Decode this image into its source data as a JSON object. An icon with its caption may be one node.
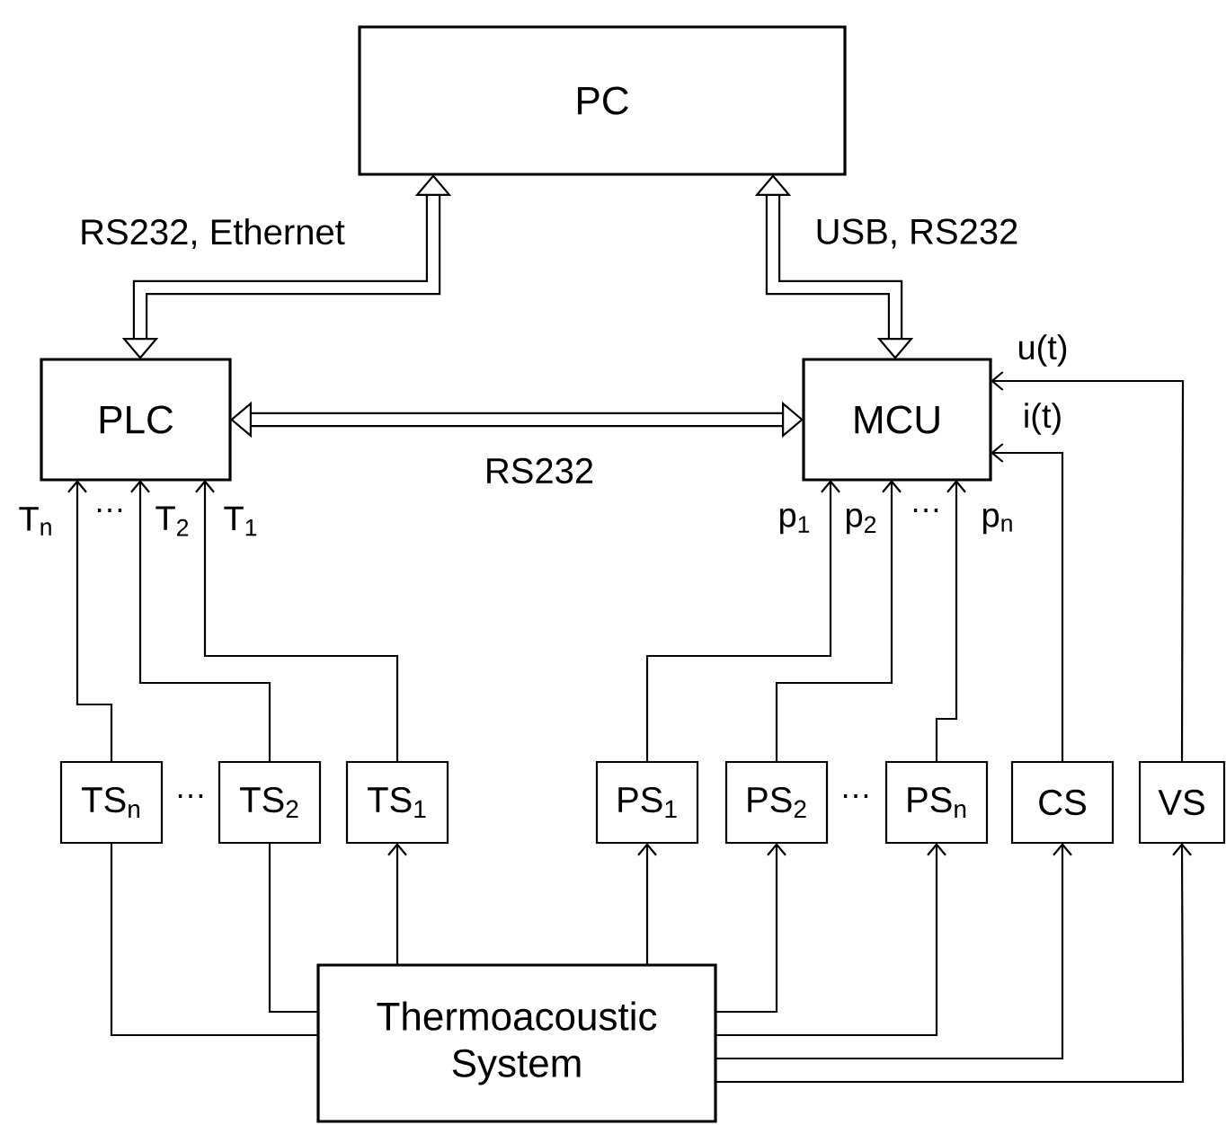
{
  "diagram": {
    "nodes": [
      {
        "text": [
          "PC"
        ]
      },
      {
        "text": [
          "PLC"
        ]
      },
      {
        "text": [
          "MCU"
        ]
      },
      {
        "text": [
          "TS$_{n}$"
        ]
      },
      {
        "text": [
          "TS$_{2}$"
        ]
      },
      {
        "text": [
          "TS$_{1}$"
        ]
      },
      {
        "text": [
          "PS$_{1}$"
        ]
      },
      {
        "text": [
          "PS$_{2}$"
        ]
      },
      {
        "text": [
          "PS$_{n}$"
        ]
      },
      {
        "text": [
          "CS"
        ]
      },
      {
        "text": [
          "VS"
        ]
      },
      {
        "text": [
          "Thermoacoustic System"
        ]
      }
    ],
    "edges": [
      {
        "from": 0,
        "to": 1,
        "arrow": "both",
        "style": "thick",
        "label": "RS232, Ethernet"
      },
      {
        "from": 0,
        "to": 2,
        "arrow": "both",
        "style": "thick",
        "label": "USB, RS232"
      },
      {
        "from": 1,
        "to": 2,
        "arrow": "both",
        "style": "thick",
        "label": "RS232"
      },
      {
        "from": 3,
        "to": 1,
        "arrow": "to",
        "label": "T$_{n}$"
      },
      {
        "from": 4,
        "to": 1,
        "arrow": "to",
        "label": "T$_{2}$"
      },
      {
        "from": 5,
        "to": 1,
        "arrow": "to",
        "label": "T$_{1}$"
      },
      {
        "from": 6,
        "to": 2,
        "arrow": "to",
        "label": "p$_{1}$"
      },
      {
        "from": 7,
        "to": 2,
        "arrow": "to",
        "label": "p$_{2}$"
      },
      {
        "from": 8,
        "to": 2,
        "arrow": "to",
        "label": "p$_{n}$"
      },
      {
        "from": 9,
        "to": 2,
        "arrow": "to",
        "label": "i(t)"
      },
      {
        "from": 10,
        "to": 2,
        "arrow": "to",
        "label": "u(t)"
      },
      {
        "from": 11,
        "to": 3,
        "arrow": "none"
      },
      {
        "from": 11,
        "to": 4,
        "arrow": "none"
      },
      {
        "from": 11,
        "to": 5,
        "arrow": "to"
      },
      {
        "from": 11,
        "to": 6,
        "arrow": "to"
      },
      {
        "from": 11,
        "to": 7,
        "arrow": "to"
      },
      {
        "from": 11,
        "to": 8,
        "arrow": "to"
      },
      {
        "from": 11,
        "to": 9,
        "arrow": "to"
      },
      {
        "from": 11,
        "to": 10,
        "arrow": "to"
      }
    ],
    "labels": [
      "…",
      "…",
      "…",
      "…"
    ]
  }
}
